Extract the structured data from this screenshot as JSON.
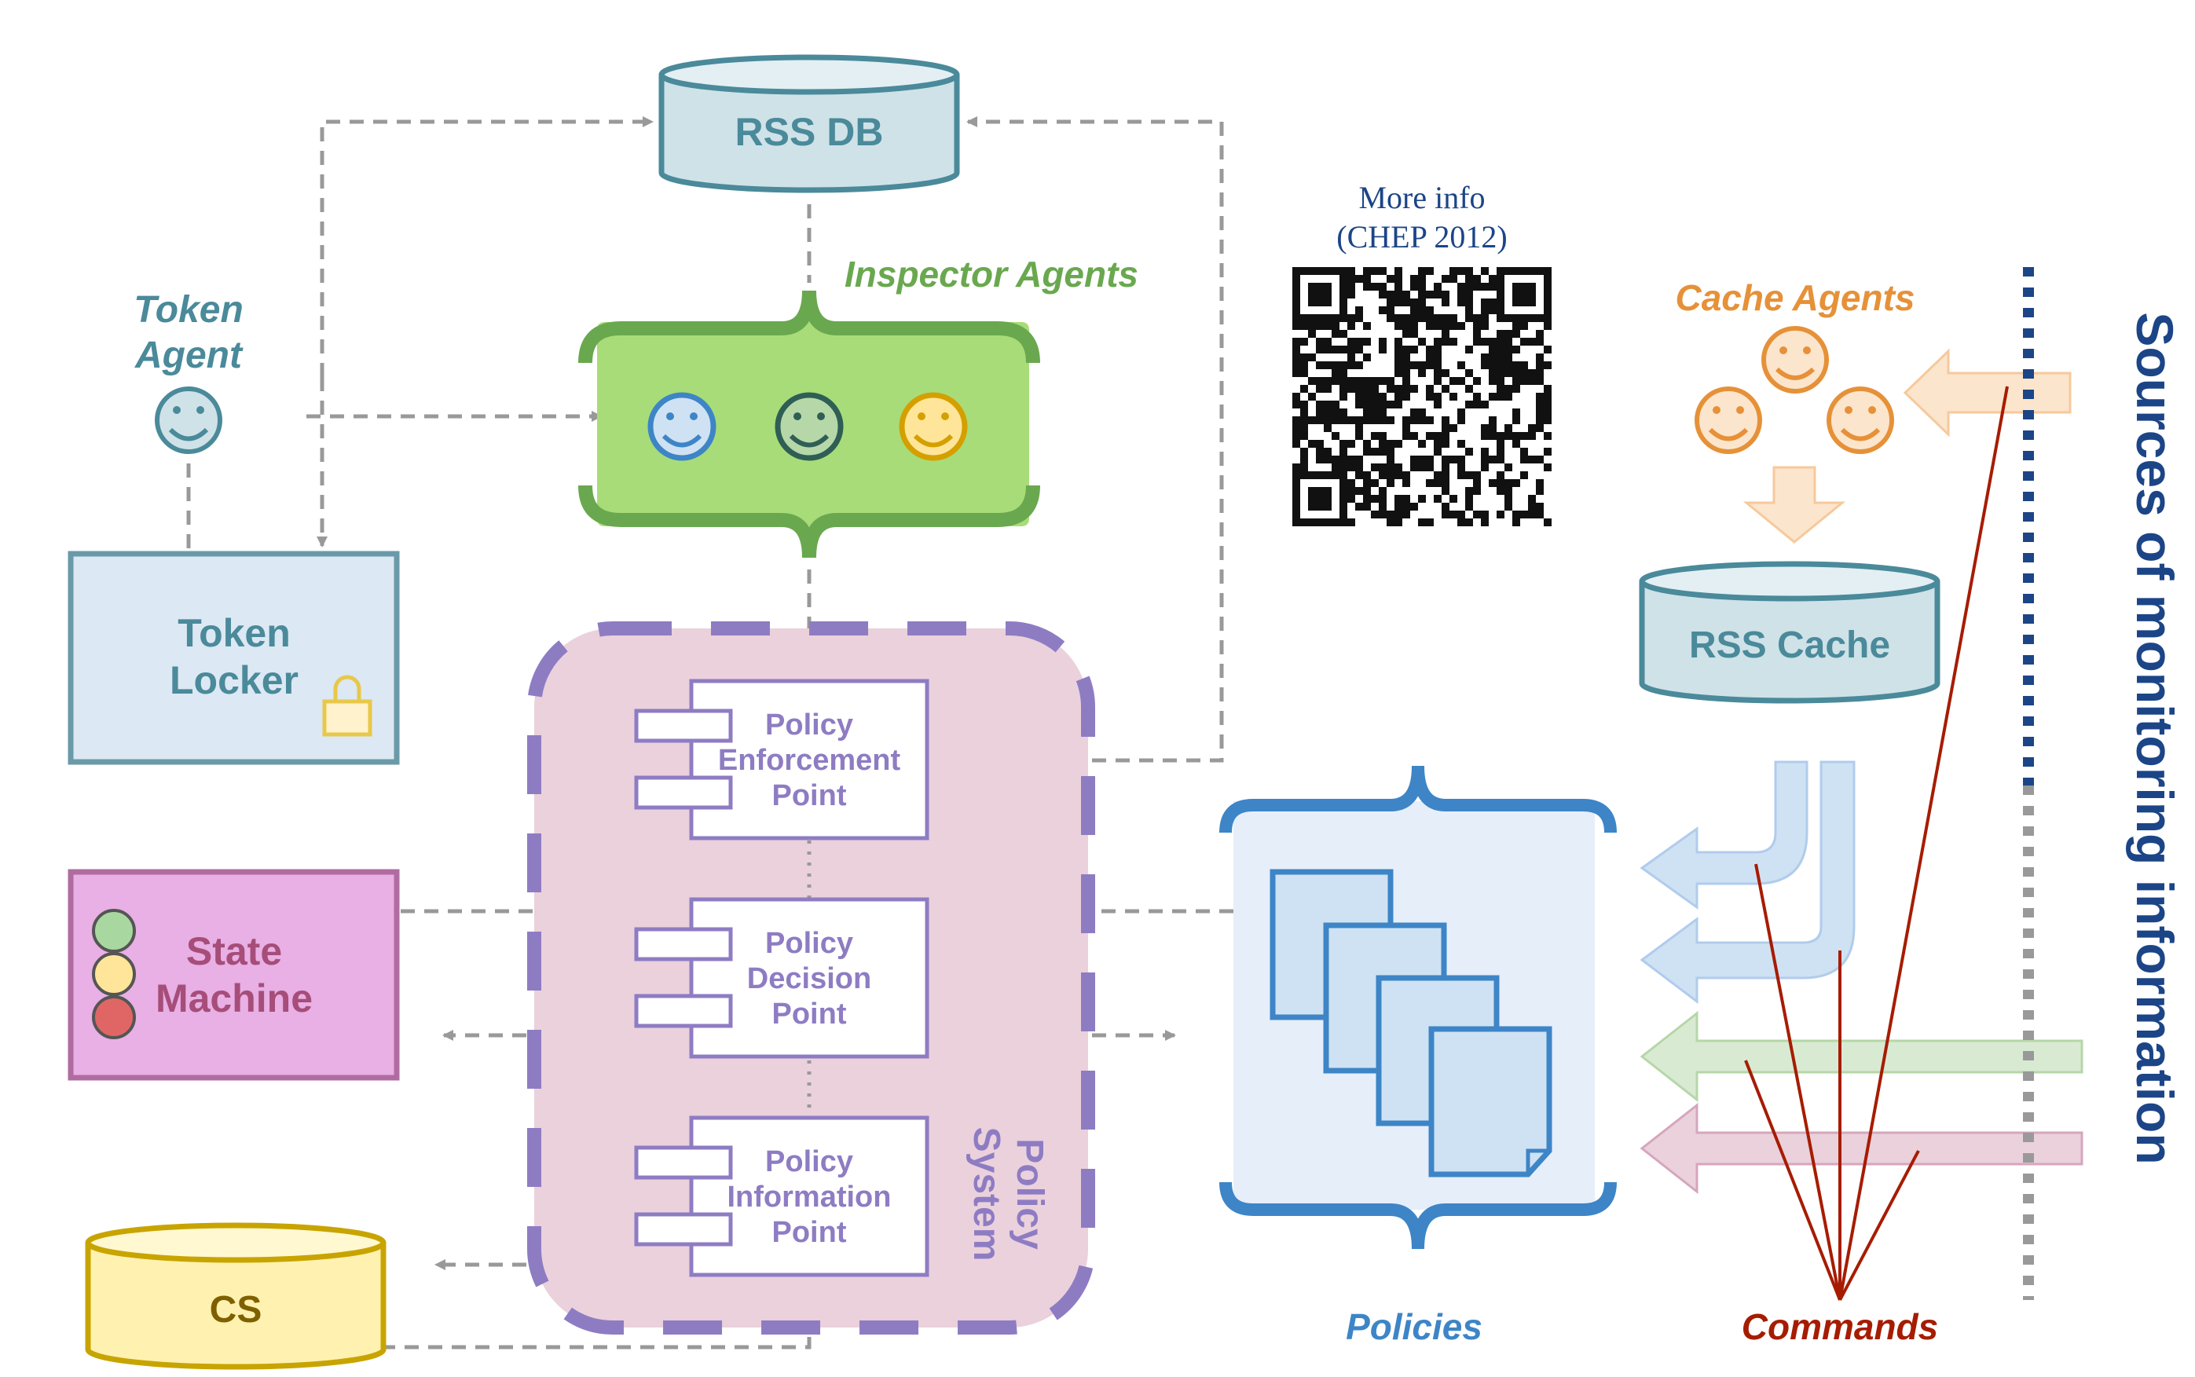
{
  "rss_db": {
    "label": "RSS DB"
  },
  "inspector_agents": {
    "label": "Inspector Agents"
  },
  "token_agent": {
    "line1": "Token",
    "line2": "Agent"
  },
  "token_locker": {
    "line1": "Token",
    "line2": "Locker"
  },
  "state_machine": {
    "line1": "State",
    "line2": "Machine"
  },
  "cs": {
    "label": "CS"
  },
  "policy_system": {
    "label_line1": "Policy",
    "label_line2": "System",
    "pep": {
      "line1": "Policy",
      "line2": "Enforcement",
      "line3": "Point"
    },
    "pdp": {
      "line1": "Policy",
      "line2": "Decision",
      "line3": "Point"
    },
    "pip": {
      "line1": "Policy",
      "line2": "Information",
      "line3": "Point"
    }
  },
  "more_info": {
    "line1": "More info",
    "line2": "(CHEP 2012)"
  },
  "cache_agents": {
    "label": "Cache Agents"
  },
  "rss_cache": {
    "label": "RSS Cache"
  },
  "policies": {
    "label": "Policies"
  },
  "commands": {
    "label": "Commands"
  },
  "sources": {
    "label": "Sources of monitoring information"
  },
  "colors": {
    "teal": "#4a8a9a",
    "green": "#6aa84f",
    "green_fill": "#a8dc78",
    "purple": "#8e7cc3",
    "pink_fill": "#ead1dc",
    "blue": "#3d85c6",
    "orange": "#e69138",
    "red": "#a61c00",
    "navy": "#1c4587",
    "yellow": "#d4b000"
  },
  "icons": [
    "smiley-icon",
    "lock-icon",
    "qr-code-icon",
    "traffic-light-icon",
    "document-icon"
  ]
}
